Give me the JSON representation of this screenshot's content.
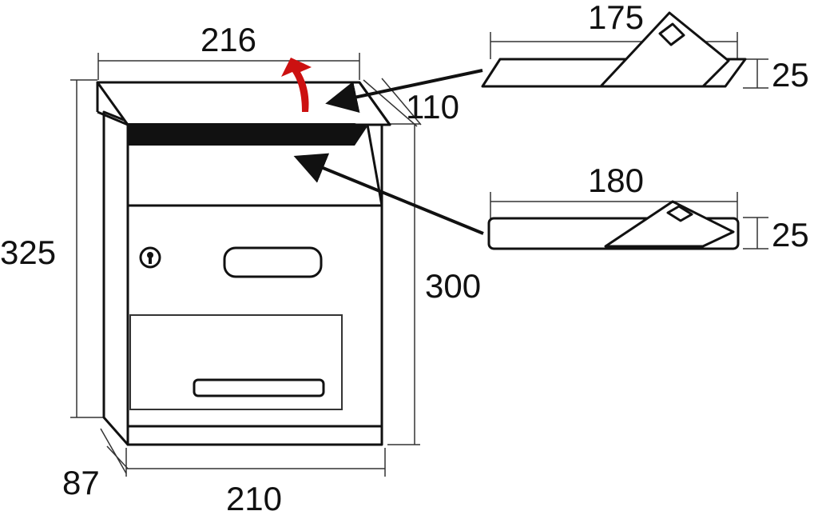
{
  "dimensions": {
    "top_width": "216",
    "top_depth": "110",
    "total_height": "325",
    "body_height": "300",
    "bottom_depth": "87",
    "bottom_width": "210"
  },
  "slot_a": {
    "width": "175",
    "height": "25"
  },
  "slot_b": {
    "width": "180",
    "height": "25"
  },
  "colors": {
    "line": "#111111",
    "accent_arrow": "#cc1111",
    "fill": "#ffffff"
  },
  "icons": [
    "lock-icon",
    "envelope-icon",
    "curved-arrow-icon"
  ]
}
